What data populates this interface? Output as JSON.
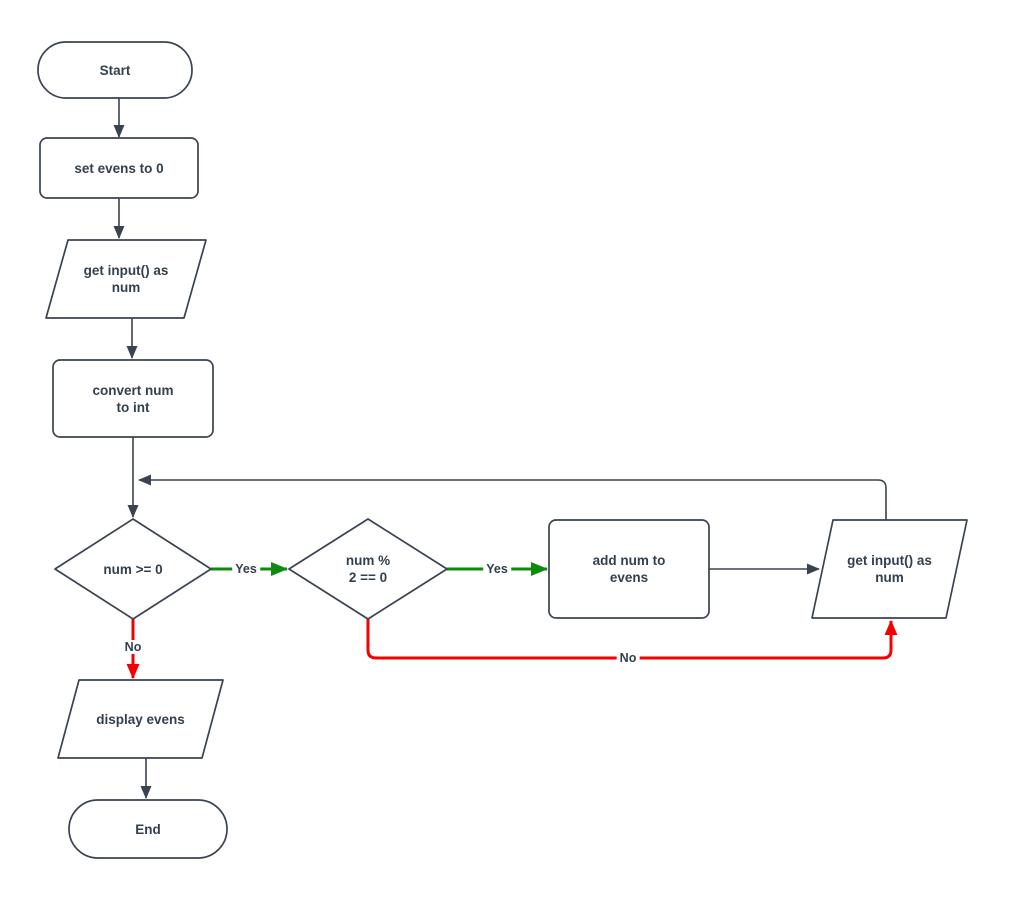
{
  "diagram": {
    "type": "flowchart",
    "colors": {
      "stroke": "#3a4350",
      "text": "#33404d",
      "yes": "#0e8a0e",
      "no": "#f50000",
      "fill": "#ffffff"
    },
    "nodes": [
      {
        "id": "start",
        "type": "terminator",
        "label": "Start"
      },
      {
        "id": "set-evens",
        "type": "process",
        "label": "set evens to 0"
      },
      {
        "id": "get-input-1",
        "type": "input-output",
        "label": "get input() as\nnum"
      },
      {
        "id": "convert",
        "type": "process",
        "label": "convert num\nto int"
      },
      {
        "id": "check-nonneg",
        "type": "decision",
        "label": "num >= 0"
      },
      {
        "id": "check-even",
        "type": "decision",
        "label": "num %\n2 == 0"
      },
      {
        "id": "add-evens",
        "type": "process",
        "label": "add num to\nevens"
      },
      {
        "id": "get-input-2",
        "type": "input-output",
        "label": "get input() as\nnum"
      },
      {
        "id": "display",
        "type": "input-output",
        "label": "display evens"
      },
      {
        "id": "end",
        "type": "terminator",
        "label": "End"
      }
    ],
    "edges": [
      {
        "from": "start",
        "to": "set-evens",
        "label": ""
      },
      {
        "from": "set-evens",
        "to": "get-input-1",
        "label": ""
      },
      {
        "from": "get-input-1",
        "to": "convert",
        "label": ""
      },
      {
        "from": "convert",
        "to": "check-nonneg",
        "label": ""
      },
      {
        "from": "check-nonneg",
        "to": "check-even",
        "label": "Yes",
        "color": "green"
      },
      {
        "from": "check-nonneg",
        "to": "display",
        "label": "No",
        "color": "red"
      },
      {
        "from": "check-even",
        "to": "add-evens",
        "label": "Yes",
        "color": "green"
      },
      {
        "from": "check-even",
        "to": "get-input-2",
        "label": "No",
        "color": "red"
      },
      {
        "from": "add-evens",
        "to": "get-input-2",
        "label": ""
      },
      {
        "from": "get-input-2",
        "to": "check-nonneg",
        "label": ""
      },
      {
        "from": "display",
        "to": "end",
        "label": ""
      }
    ]
  }
}
